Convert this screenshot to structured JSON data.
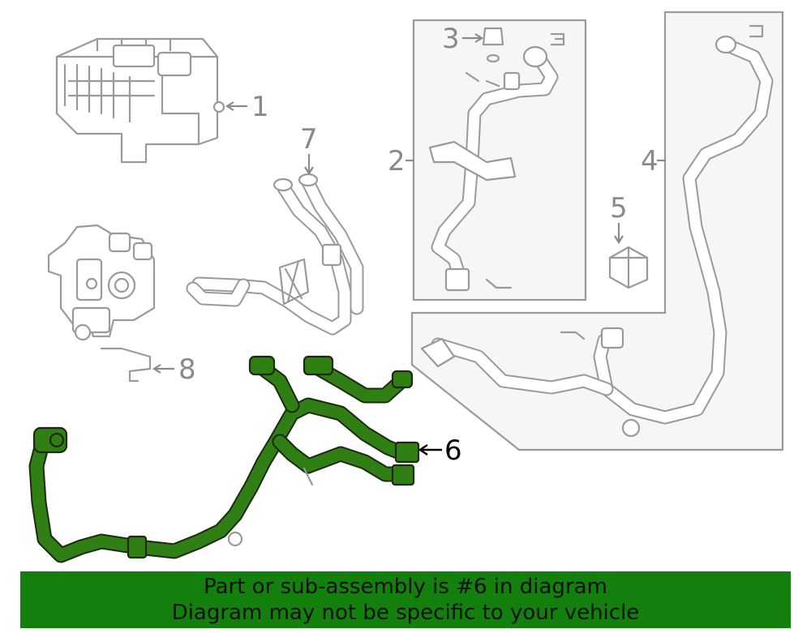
{
  "callouts": {
    "c1": "1",
    "c2": "2",
    "c3": "3",
    "c4": "4",
    "c5": "5",
    "c6": "6",
    "c7": "7",
    "c8": "8"
  },
  "highlighted_part": "6",
  "colors": {
    "highlight_green": "#2f7f14",
    "banner_green": "#137f0c",
    "line_grey": "#9a9a9a"
  },
  "banner": {
    "line1": "Part or sub-assembly is #6 in diagram",
    "line2": "Diagram may not be specific to your vehicle"
  }
}
